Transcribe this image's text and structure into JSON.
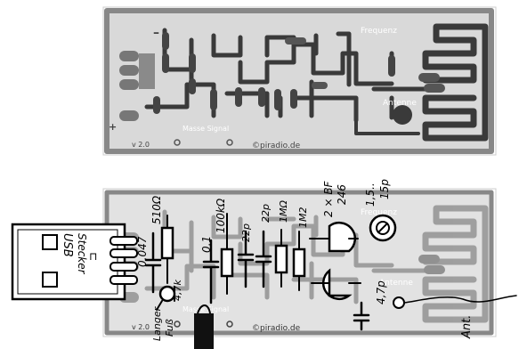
{
  "top_board": {
    "title_label": "Frequenz",
    "antenna_label": "Antenne",
    "ground_signal_label": "Masse Signal",
    "version_label": "v 2.0",
    "copyright_label": "©piradio.de",
    "minus_label": "–",
    "plus_label": "+"
  },
  "bottom_board": {
    "version_label": "v 2.0",
    "copyright_label": "©piradio.de",
    "title_label": "Frequenz",
    "antenna_label": "Antenne",
    "ground_signal_label": "Masse Signal"
  },
  "annotations": {
    "usb": "USB",
    "stecker": "Stecker",
    "usb_symbol": "⊓",
    "c_0047": "0,047",
    "r_510": "510Ω",
    "led_label": "4,7k",
    "long_leg_1": "Langer",
    "long_leg_2": "Fuß",
    "c_01": "0,1",
    "r_100k": "100kΩ",
    "c_22p_1": "22p",
    "c_22p_2": "22p",
    "r_1m": "1MΩ",
    "r_1m2": "1M2",
    "transistors_1": "2 × BF",
    "transistors_2": "246",
    "trimmer_1": "1,5..",
    "trimmer_2": "15p",
    "c_47p": "4,7p",
    "ant": "Ant."
  }
}
